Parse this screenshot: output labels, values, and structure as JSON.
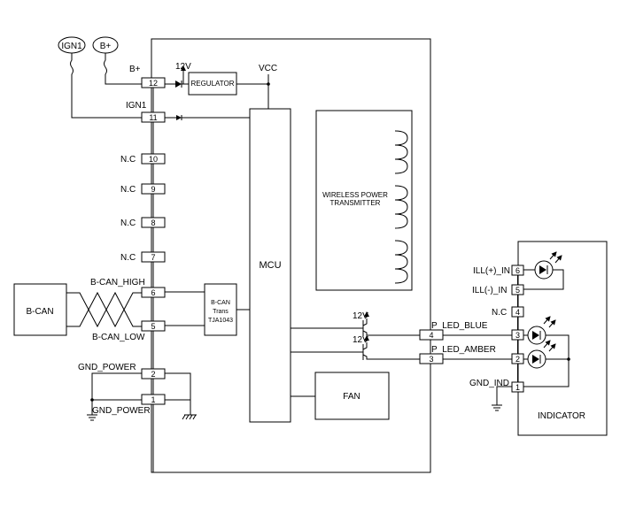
{
  "power_sources": {
    "ign1": "IGN1",
    "bplus": "B+"
  },
  "module": {
    "net_bplus": "B+",
    "net_ign1": "IGN1",
    "v12": "12V",
    "vcc": "VCC",
    "regulator": "REGULATOR",
    "mcu": "MCU",
    "wpt_line1": "WIRELESS POWER",
    "wpt_line2": "TRANSMITTER",
    "fan": "FAN",
    "can_line1": "B-CAN",
    "can_line2": "Trans",
    "can_line3": "TJA1043",
    "v12_blue": "12V",
    "v12_amber": "12V"
  },
  "connector_pins": [
    {
      "num": "12",
      "label": ""
    },
    {
      "num": "11",
      "label": ""
    },
    {
      "num": "10",
      "label": "N.C"
    },
    {
      "num": "9",
      "label": "N.C"
    },
    {
      "num": "8",
      "label": "N.C"
    },
    {
      "num": "7",
      "label": "N.C"
    },
    {
      "num": "6",
      "label": "B-CAN_HIGH"
    },
    {
      "num": "5",
      "label": "B-CAN_LOW"
    },
    {
      "num": "2",
      "label": "GND_POWER"
    },
    {
      "num": "1",
      "label": "GND_POWER"
    }
  ],
  "bcan_box": "B-CAN",
  "led_outputs": [
    {
      "num": "4",
      "label": "P_LED_BLUE"
    },
    {
      "num": "3",
      "label": "P_LED_AMBER"
    }
  ],
  "indicator": {
    "title": "INDICATOR",
    "pins": [
      {
        "num": "6",
        "label": "ILL(+)_IN"
      },
      {
        "num": "5",
        "label": "ILL(-)_IN"
      },
      {
        "num": "4",
        "label": "N.C"
      },
      {
        "num": "3",
        "label": ""
      },
      {
        "num": "2",
        "label": ""
      },
      {
        "num": "1",
        "label": "GND_IND"
      }
    ]
  }
}
